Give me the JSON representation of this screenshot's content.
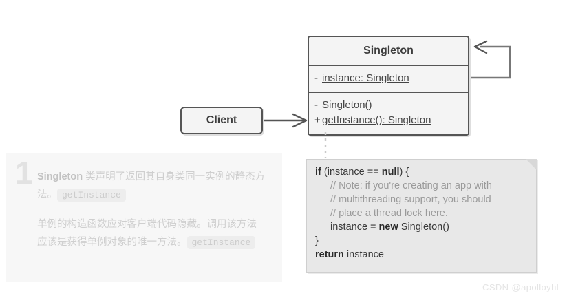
{
  "diagram": {
    "type": "uml-class-diagram",
    "title": "Singleton pattern structure"
  },
  "client": {
    "label": "Client"
  },
  "singleton_class": {
    "name": "Singleton",
    "attributes": [
      {
        "visibility": "-",
        "text": "instance: Singleton",
        "static": true
      }
    ],
    "operations": [
      {
        "visibility": "-",
        "text": "Singleton()",
        "static": false
      },
      {
        "visibility": "+",
        "text": "getInstance(): Singleton",
        "static": true
      }
    ]
  },
  "note": {
    "lines": [
      {
        "indent": false,
        "parts": [
          {
            "t": "if",
            "style": "kw"
          },
          {
            "t": " (instance == ",
            "style": "plain"
          },
          {
            "t": "null",
            "style": "kw"
          },
          {
            "t": ") {",
            "style": "plain"
          }
        ]
      },
      {
        "indent": true,
        "parts": [
          {
            "t": "// Note: if you're creating an app with",
            "style": "cmt"
          }
        ]
      },
      {
        "indent": true,
        "parts": [
          {
            "t": "// multithreading support, you should",
            "style": "cmt"
          }
        ]
      },
      {
        "indent": true,
        "parts": [
          {
            "t": "// place a thread lock here.",
            "style": "cmt"
          }
        ]
      },
      {
        "indent": true,
        "parts": [
          {
            "t": "instance = ",
            "style": "plain"
          },
          {
            "t": "new",
            "style": "kw"
          },
          {
            "t": " Singleton()",
            "style": "plain"
          }
        ]
      },
      {
        "indent": false,
        "parts": [
          {
            "t": "}",
            "style": "plain"
          }
        ]
      },
      {
        "indent": false,
        "parts": [
          {
            "t": "return",
            "style": "kw"
          },
          {
            "t": " instance",
            "style": "plain"
          }
        ]
      }
    ]
  },
  "explanation": {
    "number": "1",
    "paragraphs": [
      {
        "parts": [
          {
            "t": "Singleton",
            "style": "strong"
          },
          {
            "t": " 类声明了返回其自身类同一实例的静态方法。",
            "style": "plain"
          },
          {
            "t": "getInstance",
            "style": "chip"
          }
        ]
      },
      {
        "parts": [
          {
            "t": "单例的构造函数应对客户端代码隐藏。调用该方法应该是获得单例对象的唯一方法。",
            "style": "plain"
          },
          {
            "t": "getInstance",
            "style": "chip"
          }
        ]
      }
    ]
  },
  "watermark": {
    "text": "CSDN @apolloyhl"
  },
  "colors": {
    "box_fill": "#f4f4f4",
    "box_border": "#555555",
    "note_fill": "#e8e8e8",
    "note_border": "#cfcfcf",
    "panel_bg": "#f7f7f7",
    "text_dark": "#3d3d3d",
    "comment_gray": "#9a9a9a",
    "faded_text": "#cfcfcf"
  }
}
